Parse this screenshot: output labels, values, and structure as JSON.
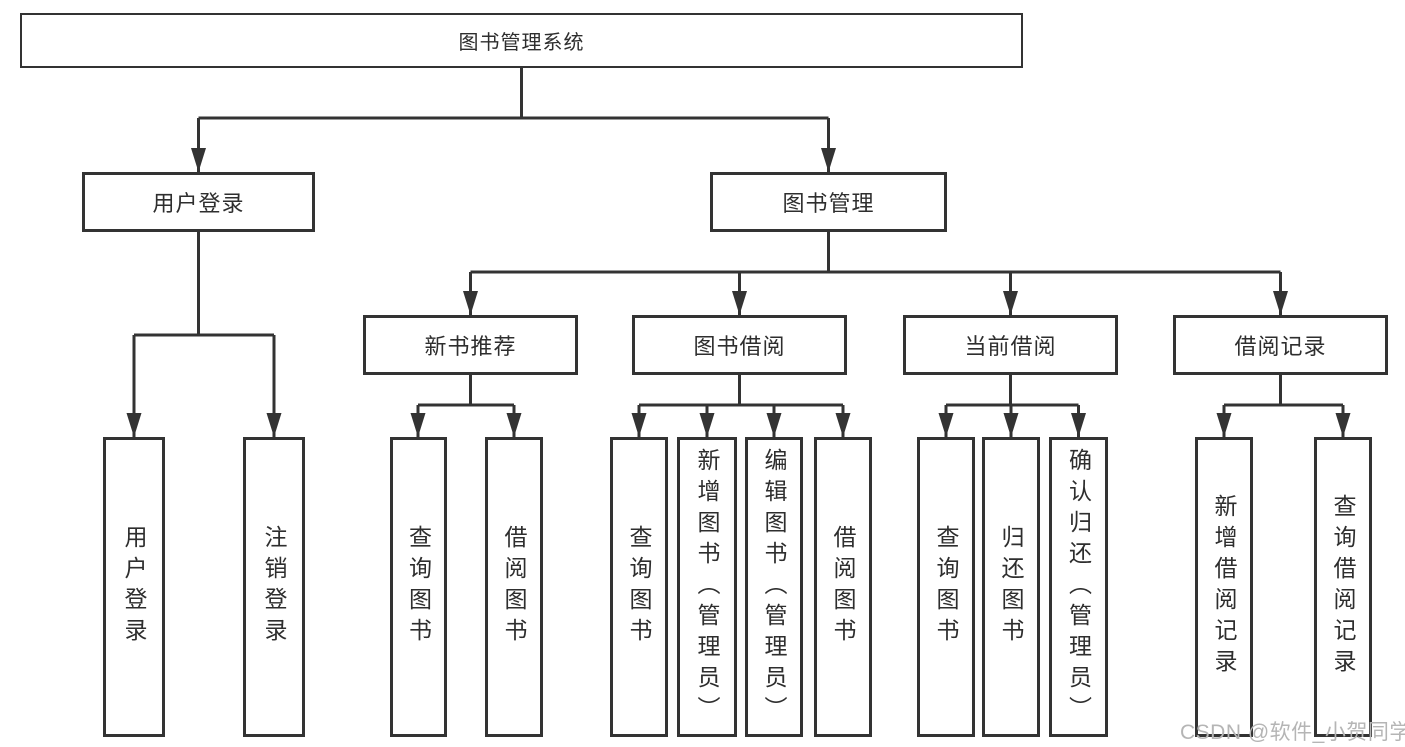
{
  "colors": {
    "line": "#333333",
    "text": "#2e2e2e",
    "box_bg": "#ffffff",
    "watermark": "#b5b5b5"
  },
  "watermark": {
    "text": "CSDN @软件_小贺同学"
  },
  "tree": {
    "root": {
      "label": "图书管理系统"
    },
    "login": {
      "label": "用户登录",
      "children": [
        {
          "label": "用户登录"
        },
        {
          "label": "注销登录"
        }
      ]
    },
    "mgmt": {
      "label": "图书管理",
      "children": [
        {
          "label": "新书推荐",
          "children": [
            {
              "label": "查询图书"
            },
            {
              "label": "借阅图书"
            }
          ]
        },
        {
          "label": "图书借阅",
          "children": [
            {
              "label": "查询图书"
            },
            {
              "label": "新增图书（管理员）"
            },
            {
              "label": "编辑图书（管理员）"
            },
            {
              "label": "借阅图书"
            }
          ]
        },
        {
          "label": "当前借阅",
          "children": [
            {
              "label": "查询图书"
            },
            {
              "label": "归还图书"
            },
            {
              "label": "确认归还（管理员）"
            }
          ]
        },
        {
          "label": "借阅记录",
          "children": [
            {
              "label": "新增借阅记录"
            },
            {
              "label": "查询借阅记录"
            }
          ]
        }
      ]
    }
  }
}
